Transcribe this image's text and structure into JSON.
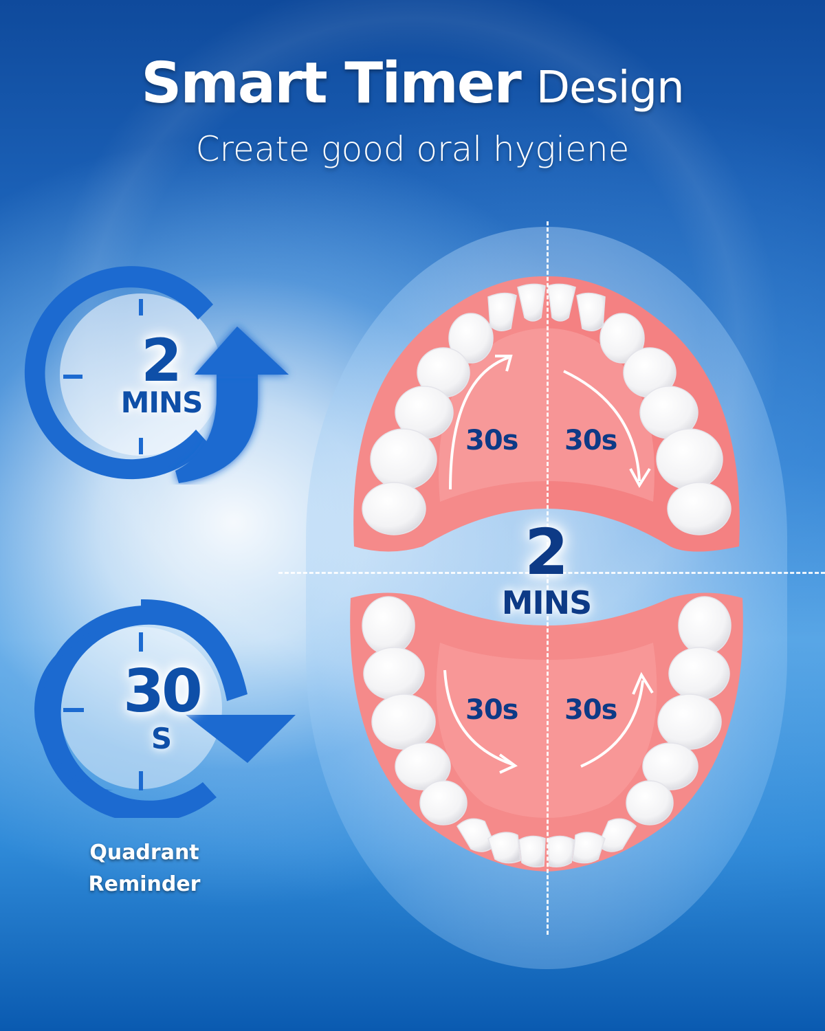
{
  "header": {
    "title_strong": "Smart Timer",
    "title_light": "Design",
    "subtitle": "Create good oral hygiene"
  },
  "timers": {
    "two_min": {
      "value": "2",
      "unit": "MINS",
      "arrow": "up"
    },
    "thirty_sec": {
      "value": "30",
      "unit": "S",
      "arrow": "down"
    },
    "caption_line1": "Quadrant",
    "caption_line2": "Reminder"
  },
  "mouth_diagram": {
    "center_value": "2",
    "center_unit": "MINS",
    "quadrants": {
      "upper_left": "30s",
      "upper_right": "30s",
      "lower_left": "30s",
      "lower_right": "30s"
    }
  },
  "colors": {
    "primary_blue": "#1a63c4",
    "dark_navy_text": "#0d3a86",
    "gum_pink": "#f58e8e",
    "tooth_white": "#ffffff",
    "bg_top": "#0f4a9c",
    "bg_mid": "#58a8e6"
  }
}
